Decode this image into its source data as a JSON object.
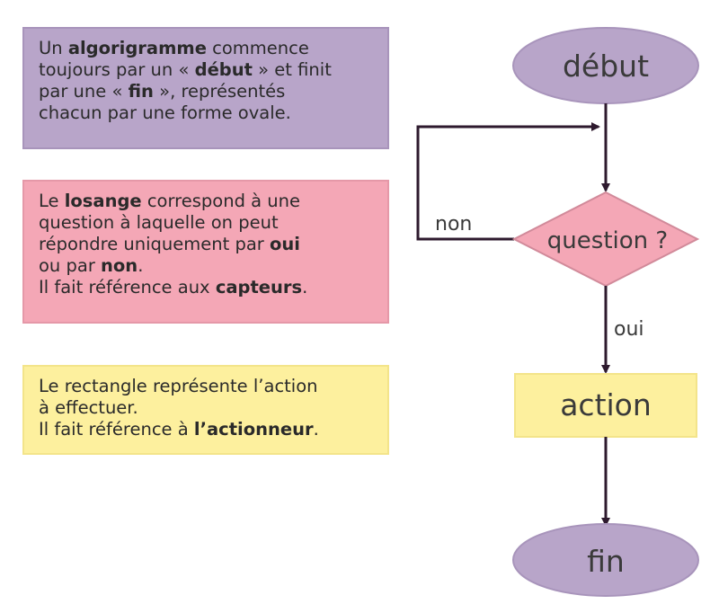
{
  "boxes": {
    "oval_explanation": {
      "lines": [
        [
          {
            "t": "Un "
          },
          {
            "t": "algorigramme",
            "b": true
          },
          {
            "t": " commence"
          }
        ],
        [
          {
            "t": "toujours par un « "
          },
          {
            "t": "début",
            "b": true
          },
          {
            "t": " » et finit"
          }
        ],
        [
          {
            "t": "par une « "
          },
          {
            "t": "fin",
            "b": true
          },
          {
            "t": " », représentés"
          }
        ],
        [
          {
            "t": "chacun par une forme ovale."
          }
        ]
      ]
    },
    "diamond_explanation": {
      "lines": [
        [
          {
            "t": "Le "
          },
          {
            "t": "losange",
            "b": true
          },
          {
            "t": " correspond à une"
          }
        ],
        [
          {
            "t": "question à laquelle on peut"
          }
        ],
        [
          {
            "t": "répondre uniquement par "
          },
          {
            "t": "oui",
            "b": true
          }
        ],
        [
          {
            "t": "ou par "
          },
          {
            "t": "non",
            "b": true
          },
          {
            "t": "."
          }
        ],
        [
          {
            "t": "Il fait référence aux "
          },
          {
            "t": "capteurs",
            "b": true
          },
          {
            "t": "."
          }
        ]
      ]
    },
    "rectangle_explanation": {
      "lines": [
        [
          {
            "t": "Le rectangle représente l’action"
          }
        ],
        [
          {
            "t": "à effectuer."
          }
        ],
        [
          {
            "t": "Il fait référence à "
          },
          {
            "t": "l’actionneur",
            "b": true
          },
          {
            "t": "."
          }
        ]
      ]
    }
  },
  "flowchart": {
    "start_label": "début",
    "question_label": "question ?",
    "action_label": "action",
    "end_label": "fin",
    "no_label": "non",
    "yes_label": "oui"
  },
  "colors": {
    "purple": "#b8a5c9",
    "pink": "#f4a7b6",
    "yellow": "#fdf09e",
    "arrow": "#2e1a2e"
  }
}
